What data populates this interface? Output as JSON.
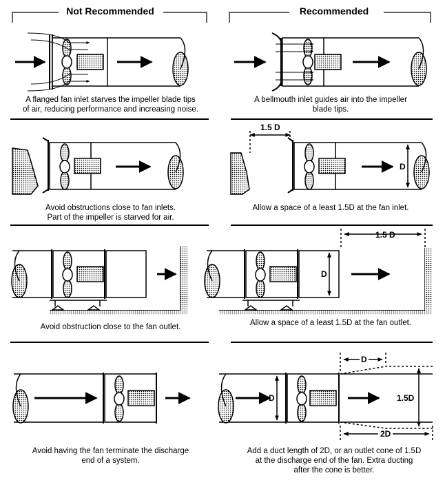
{
  "headers": {
    "left": "Not Recommended",
    "right": "Recommended"
  },
  "captions": {
    "r1_left": [
      "A flanged fan inlet starves the impeller blade tips",
      "of air, reducing performance and increasing noise."
    ],
    "r1_right": [
      "A bellmouth inlet guides air into the impeller",
      "blade tips."
    ],
    "r2_left": [
      "Avoid obstructions close to fan inlets.",
      "Part of the impeller is starved for air."
    ],
    "r2_right": [
      "Allow a space of a least 1.5D at the fan inlet."
    ],
    "r3_left": [
      "Avoid obstruction close to the fan outlet."
    ],
    "r3_right": [
      "Allow a space of a least 1.5D at the fan outlet."
    ],
    "r4_left": [
      "Avoid having the fan terminate the discharge",
      "end of a system."
    ],
    "r4_right": [
      "Add a duct length of 2D, or an outlet cone of 1.5D",
      "at the discharge end of the fan. Extra ducting",
      "after the cone is better."
    ]
  },
  "dims": {
    "r2_space": "1.5 D",
    "r2_d": "D",
    "r3_space": "1.5 D",
    "r3_d": "D",
    "r4_d": "D",
    "r4_cone_len": "D",
    "r4_cone_d": "1.5D",
    "r4_duct_len": "2D"
  }
}
